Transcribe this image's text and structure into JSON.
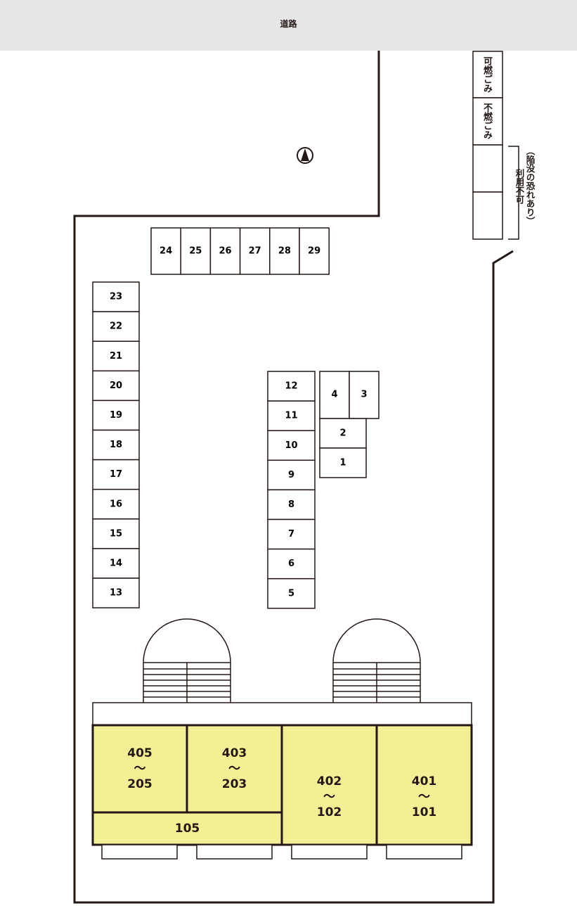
{
  "road": {
    "label": "道路"
  },
  "trash": {
    "combustible": "可燃ごみ",
    "noncombustible": "不燃ごみ",
    "unavailable_label": "利用不可",
    "unavailable_note": "（陥没の恐れあり）"
  },
  "parking": {
    "row_top": [
      "24",
      "25",
      "26",
      "27",
      "28",
      "29"
    ],
    "column_left": [
      "23",
      "22",
      "21",
      "20",
      "19",
      "18",
      "17",
      "16",
      "15",
      "14",
      "13"
    ],
    "column_middle": [
      "12",
      "11",
      "10",
      "9",
      "8",
      "7",
      "6",
      "5"
    ],
    "cluster": {
      "s4": "4",
      "s3": "3",
      "s2": "2",
      "s1": "1"
    }
  },
  "units": {
    "u405": {
      "top": "405",
      "tilde": "～",
      "bottom": "205"
    },
    "u403": {
      "top": "403",
      "tilde": "～",
      "bottom": "203"
    },
    "u402": {
      "top": "402",
      "tilde": "～",
      "bottom": "102"
    },
    "u401": {
      "top": "401",
      "tilde": "～",
      "bottom": "101"
    },
    "u105": {
      "label": "105"
    }
  },
  "colors": {
    "building": "#f3ef94",
    "line": "#231815",
    "road": "#e6e6e6"
  }
}
